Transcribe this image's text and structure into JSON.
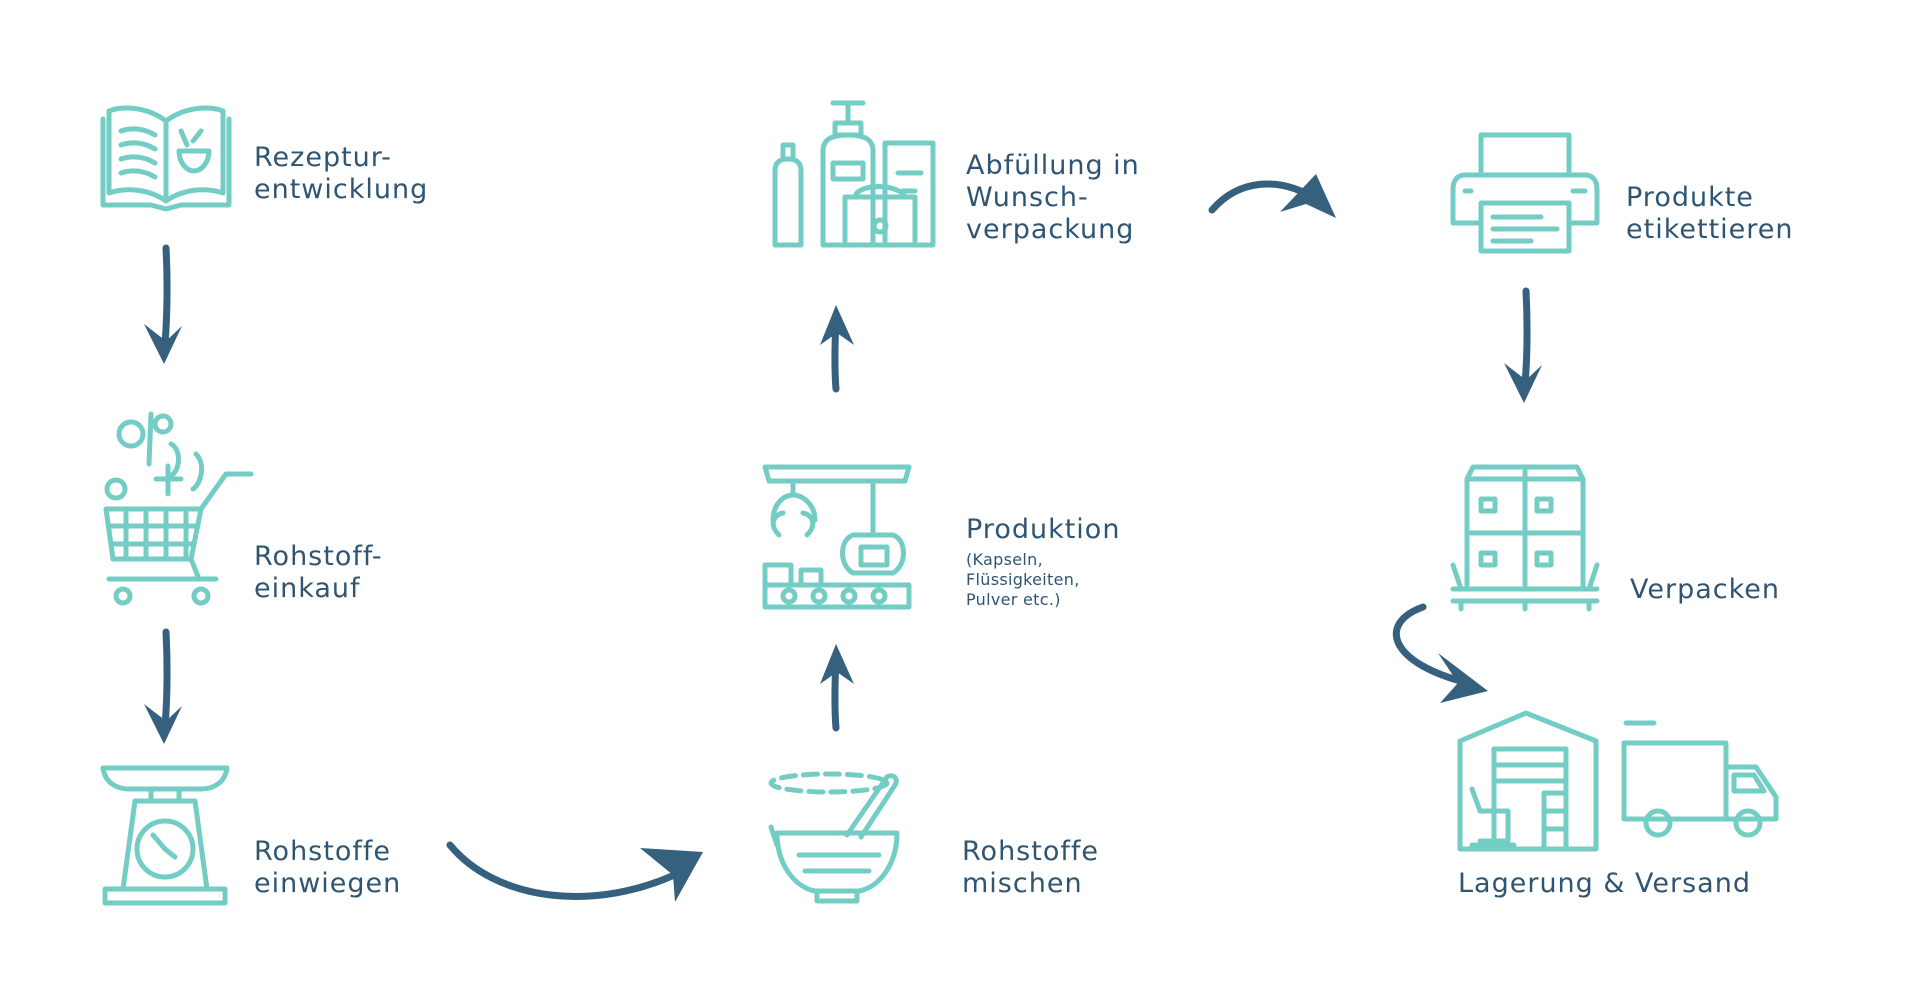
{
  "colors": {
    "icon": "#74cdc4",
    "text": "#2f5573",
    "arrow": "#35607e"
  },
  "steps": [
    {
      "icon": "recipe-book-icon",
      "label": "Rezeptur-\nentwicklung"
    },
    {
      "icon": "shopping-cart-icon",
      "label": "Rohstoff-\neinkauf"
    },
    {
      "icon": "kitchen-scale-icon",
      "label": "Rohstoffe\neinwiegen"
    },
    {
      "icon": "mixing-bowl-icon",
      "label": "Rohstoffe\nmischen"
    },
    {
      "icon": "production-machine-icon",
      "label": "Produktion",
      "sub": "(Kapseln,\nFlüssigkeiten,\nPulver etc.)"
    },
    {
      "icon": "bottles-icon",
      "label": "Abfüllung in\nWunsch-\nverpackung"
    },
    {
      "icon": "printer-icon",
      "label": "Produkte\netikettieren"
    },
    {
      "icon": "boxes-pallet-icon",
      "label": "Verpacken"
    },
    {
      "icon": "warehouse-truck-icon",
      "label": "Lagerung & Versand"
    }
  ]
}
